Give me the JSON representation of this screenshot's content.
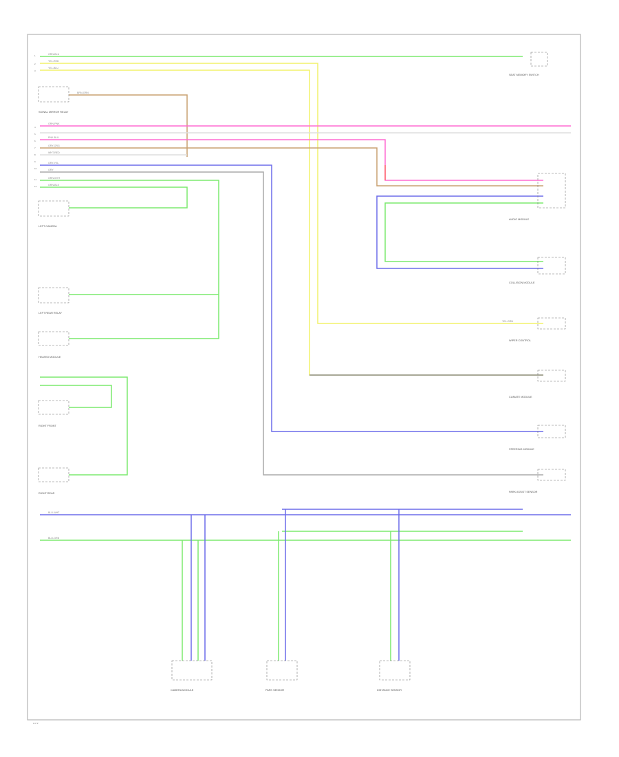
{
  "colors": {
    "green": "#7bea6f",
    "yellow": "#f2f26a",
    "pink": "#ff6ad2",
    "red": "#ff6a6a",
    "brown": "#c9a070",
    "blue": "#6b6bea",
    "gray": "#aaaaaa",
    "white": "#dddddd"
  },
  "wire_labels": {
    "grn_blu": "GRN-BLU",
    "yel_red": "YEL-RED",
    "yel_blu": "YEL-BLU",
    "brn_grn": "BRN-GRN",
    "grn_pnk": "GRN-PNK",
    "pnk_blu": "PNK-BLU",
    "gry_org": "GRY-ORG",
    "wht_red": "WHT-RED",
    "gry_yel": "GRY-YEL",
    "gry": "GRY",
    "grn_wht": "GRN-WHT",
    "grn_blk": "GRN-BLK",
    "blu_wht": "BLU-WHT",
    "blu_grn": "BLU-GRN",
    "yel_grn": "YEL-GRN"
  },
  "pins": [
    "1",
    "2",
    "3",
    "4",
    "5",
    "6",
    "7",
    "8",
    "9",
    "10",
    "11",
    "12"
  ],
  "components": {
    "top_right": "SEAT MEMORY SWITCH",
    "signal_mirror": "SIGNAL MIRROR RELAY",
    "left_rear_cam": "LEFT CAMERA",
    "left_rear_rly": "LEFT REAR RELAY",
    "heated_module": "HEATED MODULE",
    "right_front": "RIGHT FRONT",
    "right_rear": "RIGHT REAR",
    "audio_module": "AUDIO MODULE",
    "collision": "COLLISION MODULE",
    "wiper_ctrl": "WIPER CONTROL",
    "climate": "CLIMATE MODULE",
    "steering": "STEERING MODULE",
    "park_assist": "PARK ASSIST SENSOR",
    "bottom_left": "CAMERA MODULE",
    "bottom_mid": "PARK SENSOR",
    "bottom_right": "DISTANCE SENSOR",
    "page_id": "2 of 2"
  }
}
